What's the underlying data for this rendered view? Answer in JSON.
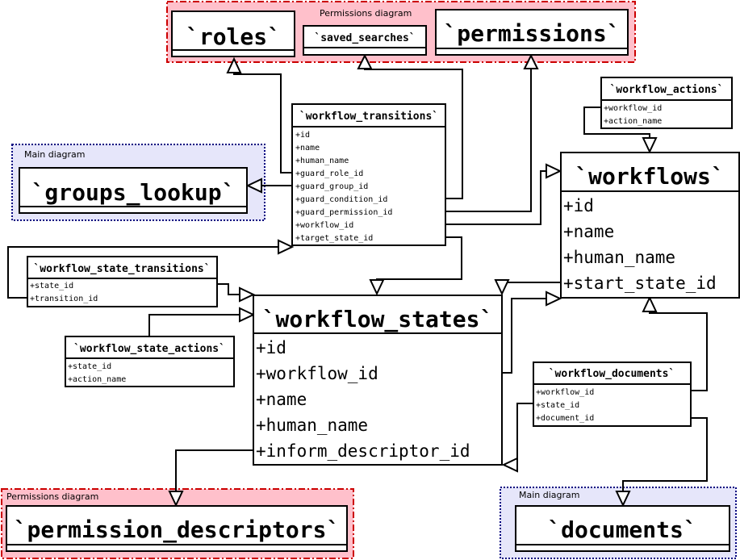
{
  "packages": {
    "permissions_top": {
      "label": "Permissions diagram",
      "fill": "#ffc0cb",
      "border": "#cc0000"
    },
    "main_groups": {
      "label": "Main diagram",
      "fill": "#e6e6fa",
      "border": "#000080"
    },
    "permissions_bottom": {
      "label": "Permissions diagram",
      "fill": "#ffc0cb",
      "border": "#cc0000"
    },
    "main_documents": {
      "label": "Main diagram",
      "fill": "#e6e6fa",
      "border": "#000080"
    }
  },
  "entities": {
    "roles": {
      "title": "`roles`",
      "attributes": []
    },
    "saved_searches": {
      "title": "`saved_searches`",
      "attributes": []
    },
    "permissions": {
      "title": "`permissions`",
      "attributes": []
    },
    "workflow_transitions": {
      "title": "`workflow_transitions`",
      "attributes": [
        "+id",
        "+name",
        "+human_name",
        "+guard_role_id",
        "+guard_group_id",
        "+guard_condition_id",
        "+guard_permission_id",
        "+workflow_id",
        "+target_state_id"
      ]
    },
    "workflow_actions": {
      "title": "`workflow_actions`",
      "attributes": [
        "+workflow_id",
        "+action_name"
      ]
    },
    "groups_lookup": {
      "title": "`groups_lookup`",
      "attributes": []
    },
    "workflows": {
      "title": "`workflows`",
      "attributes": [
        "+id",
        "+name",
        "+human_name",
        "+start_state_id"
      ]
    },
    "workflow_state_transitions": {
      "title": "`workflow_state_transitions`",
      "attributes": [
        "+state_id",
        "+transition_id"
      ]
    },
    "workflow_states": {
      "title": "`workflow_states`",
      "attributes": [
        "+id",
        "+workflow_id",
        "+name",
        "+human_name",
        "+inform_descriptor_id"
      ]
    },
    "workflow_state_actions": {
      "title": "`workflow_state_actions`",
      "attributes": [
        "+state_id",
        "+action_name"
      ]
    },
    "workflow_documents": {
      "title": "`workflow_documents`",
      "attributes": [
        "+workflow_id",
        "+state_id",
        "+document_id"
      ]
    },
    "permission_descriptors": {
      "title": "`permission_descriptors`",
      "attributes": []
    },
    "documents": {
      "title": "`documents`",
      "attributes": []
    }
  }
}
